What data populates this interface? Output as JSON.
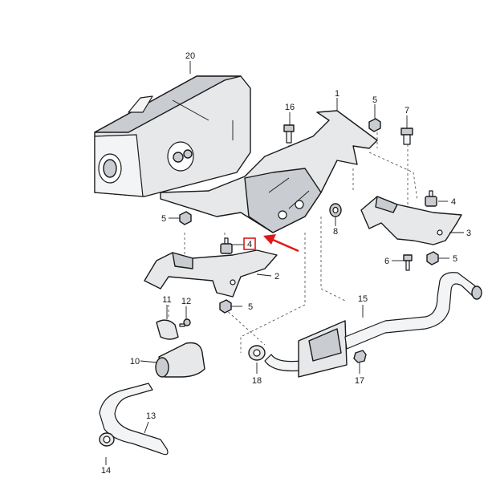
{
  "diagram": {
    "highlight_color": "#e01818",
    "highlighted_callout": "4",
    "callouts": {
      "c1": "1",
      "c2": "2",
      "c3": "3",
      "c4a": "4",
      "c4b": "4",
      "c5a": "5",
      "c5b": "5",
      "c5c": "5",
      "c5d": "5",
      "c6": "6",
      "c7": "7",
      "c8": "8",
      "c10": "10",
      "c11": "11",
      "c12": "12",
      "c13": "13",
      "c14": "14",
      "c15": "15",
      "c16": "16",
      "c17": "17",
      "c18": "18",
      "c20": "20"
    }
  }
}
